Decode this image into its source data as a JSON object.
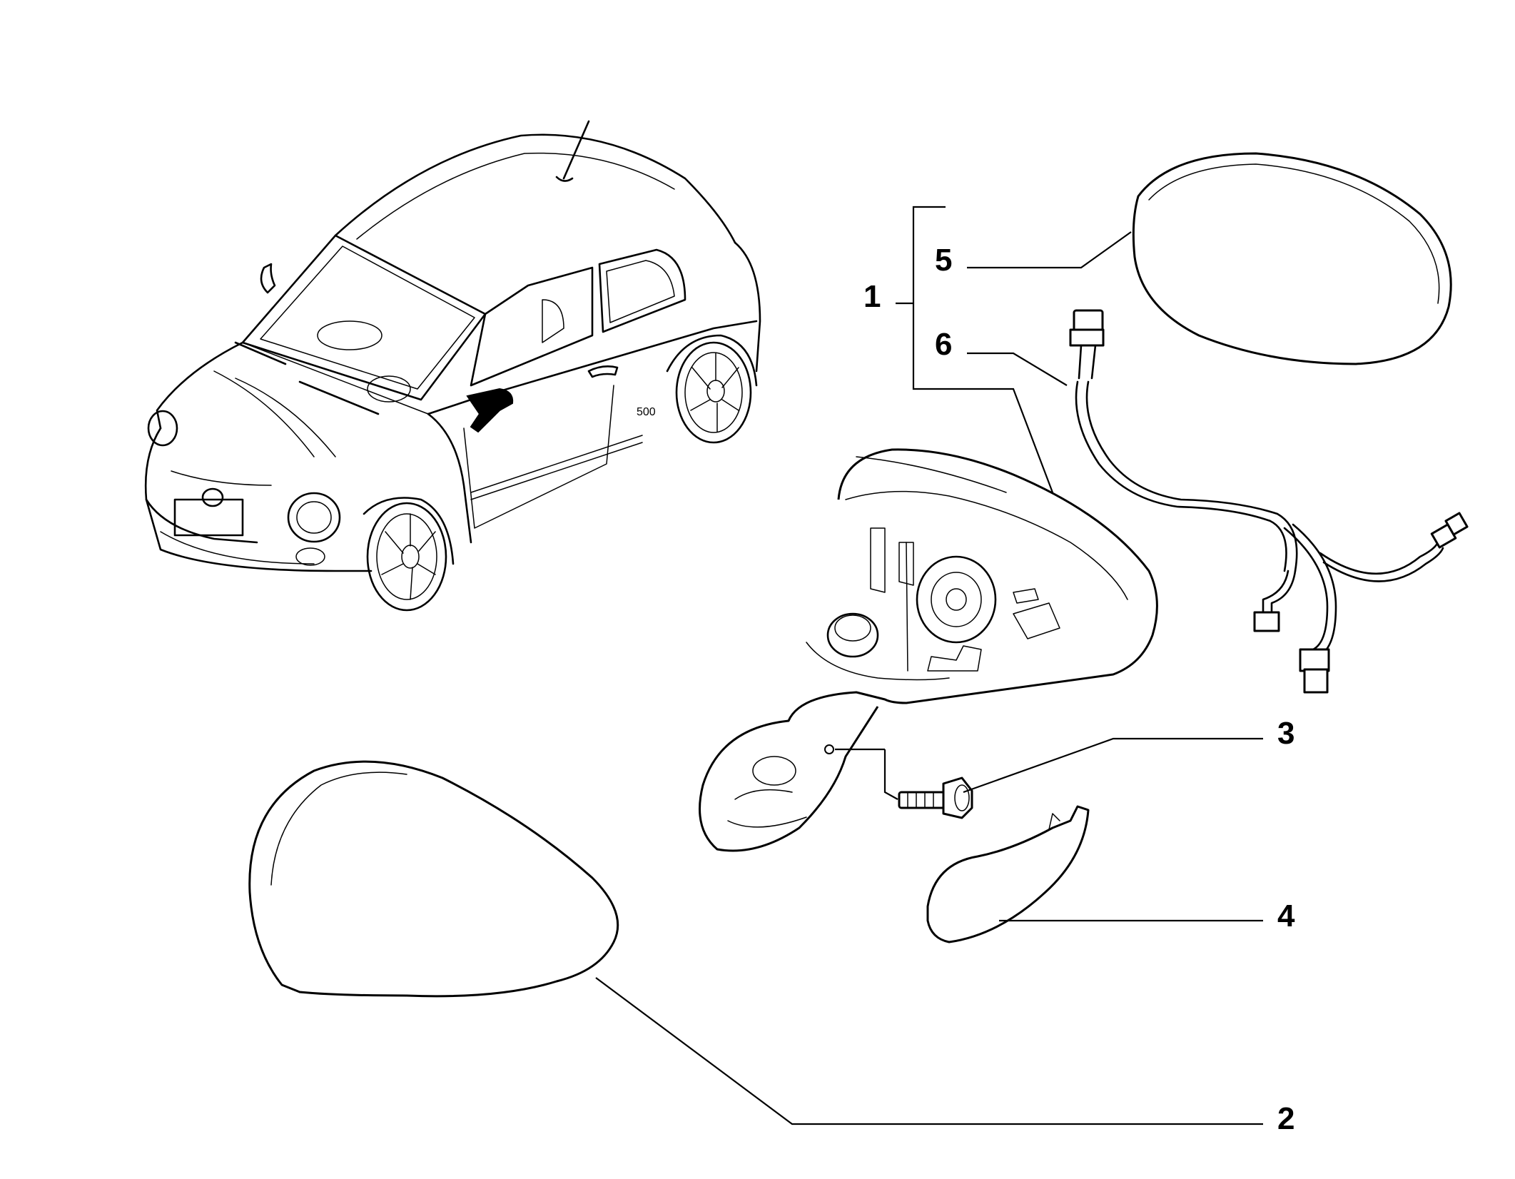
{
  "diagram": {
    "callouts": [
      {
        "id": "1",
        "label": "1"
      },
      {
        "id": "2",
        "label": "2"
      },
      {
        "id": "3",
        "label": "3"
      },
      {
        "id": "4",
        "label": "4"
      },
      {
        "id": "5",
        "label": "5"
      },
      {
        "id": "6",
        "label": "6"
      }
    ],
    "car_badge": "500",
    "highlight_color": "#000000",
    "line_color": "#000000",
    "background": "#ffffff"
  }
}
